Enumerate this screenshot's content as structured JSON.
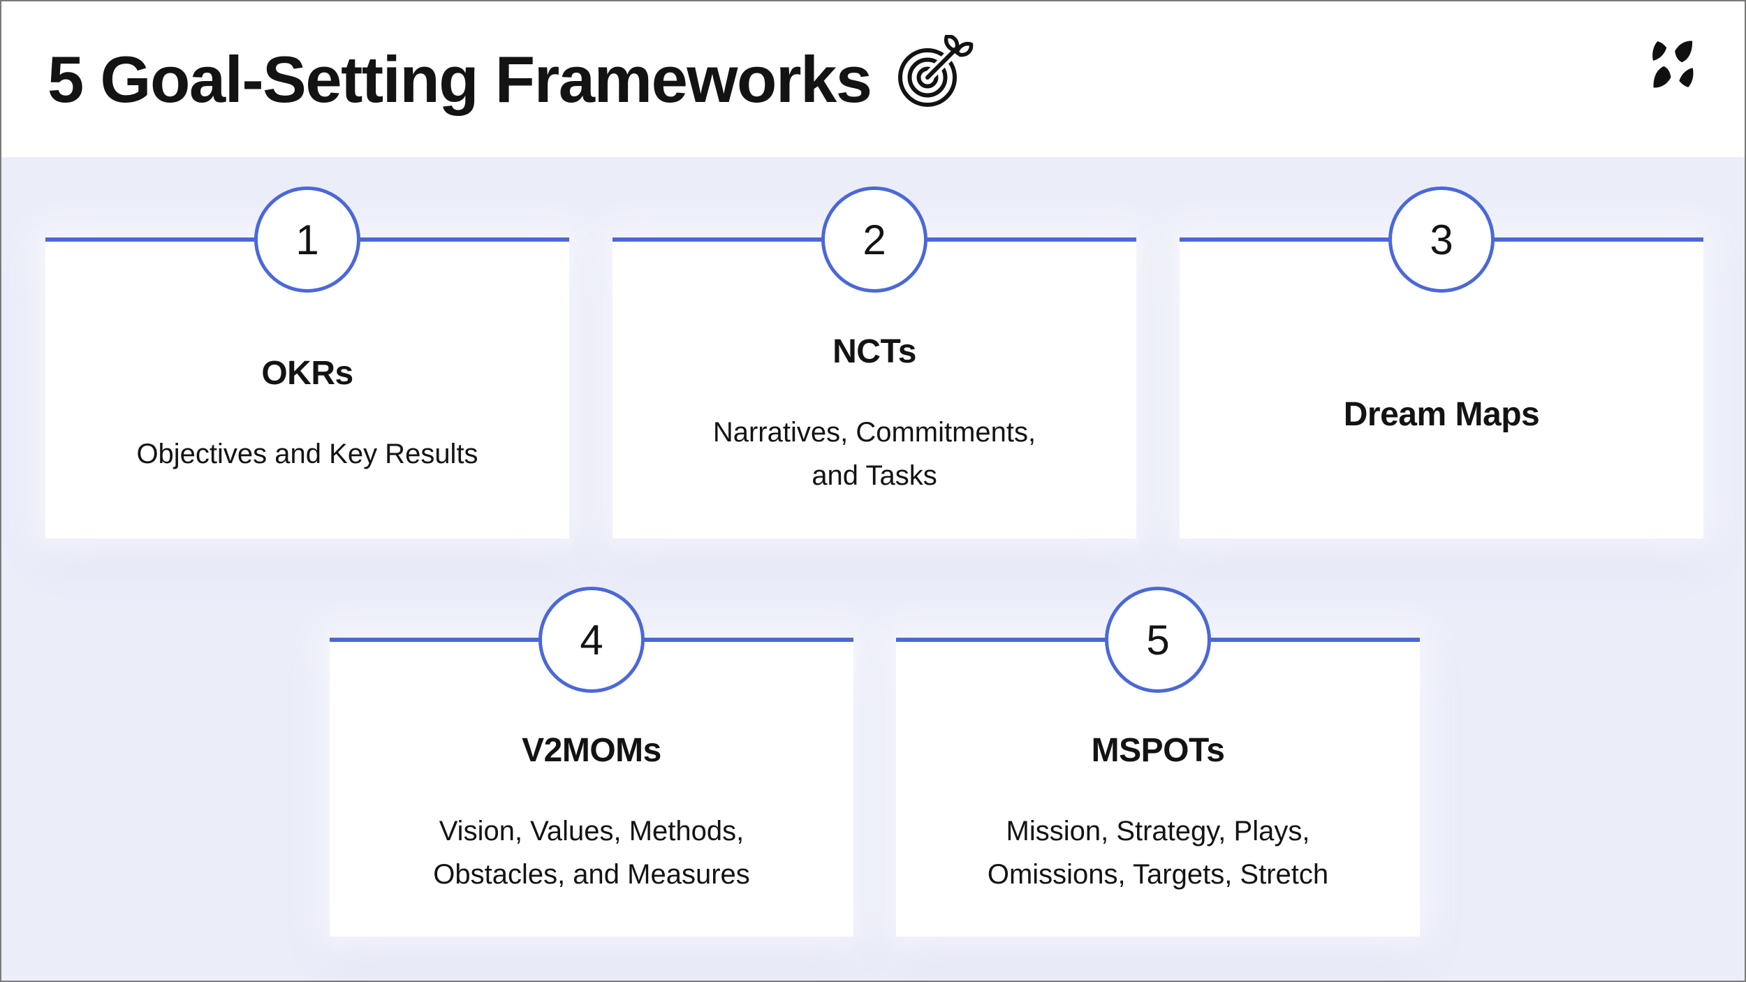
{
  "header": {
    "title": "5 Goal-Setting Frameworks",
    "title_icon": "dartboard-with-dart-icon",
    "logo_icon": "reforge-logo-mark"
  },
  "colors": {
    "accent_blue": "#4B68D6",
    "background_lavender": "#EBEDF9",
    "card_white": "#FFFFFF",
    "text_black": "#131313",
    "frame_border_gray": "#7B7B78"
  },
  "cards": [
    {
      "number": "1",
      "title": "OKRs",
      "subtitle": "Objectives and Key Results"
    },
    {
      "number": "2",
      "title": "NCTs",
      "subtitle": "Narratives, Commitments,\nand Tasks"
    },
    {
      "number": "3",
      "title": "Dream Maps",
      "subtitle": ""
    },
    {
      "number": "4",
      "title": "V2MOMs",
      "subtitle": "Vision, Values, Methods,\nObstacles, and Measures"
    },
    {
      "number": "5",
      "title": "MSPOTs",
      "subtitle": "Mission, Strategy, Plays,\nOmissions, Targets, Stretch"
    }
  ]
}
